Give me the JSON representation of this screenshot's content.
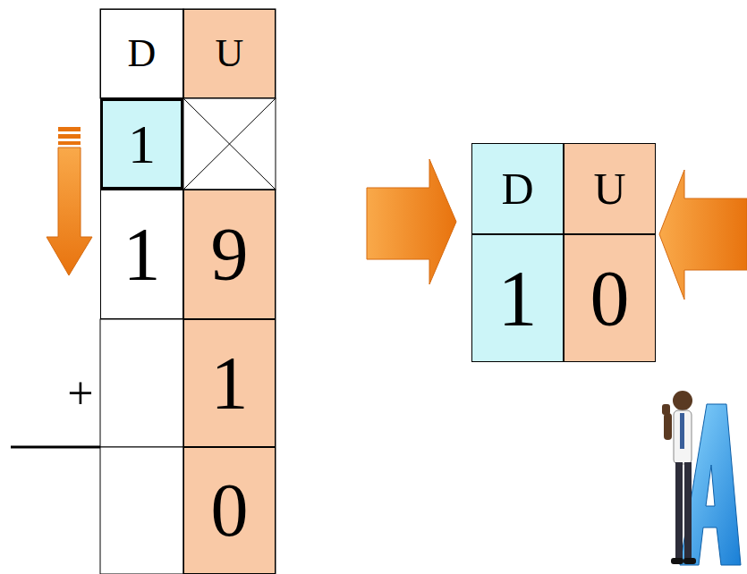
{
  "diagram": {
    "nodes": [
      {
        "text": [
          "D"
        ]
      },
      {
        "text": [
          "U"
        ]
      },
      {
        "text": [
          "1"
        ]
      },
      {
        "text": [
          "1"
        ]
      },
      {
        "text": [
          "9"
        ]
      },
      {
        "text": [
          "1"
        ]
      },
      {
        "text": [
          "0"
        ]
      },
      {
        "text": [
          "D"
        ]
      },
      {
        "text": [
          "U"
        ]
      },
      {
        "text": [
          "1"
        ]
      },
      {
        "text": [
          "0"
        ]
      }
    ],
    "labels": [
      "+"
    ]
  }
}
